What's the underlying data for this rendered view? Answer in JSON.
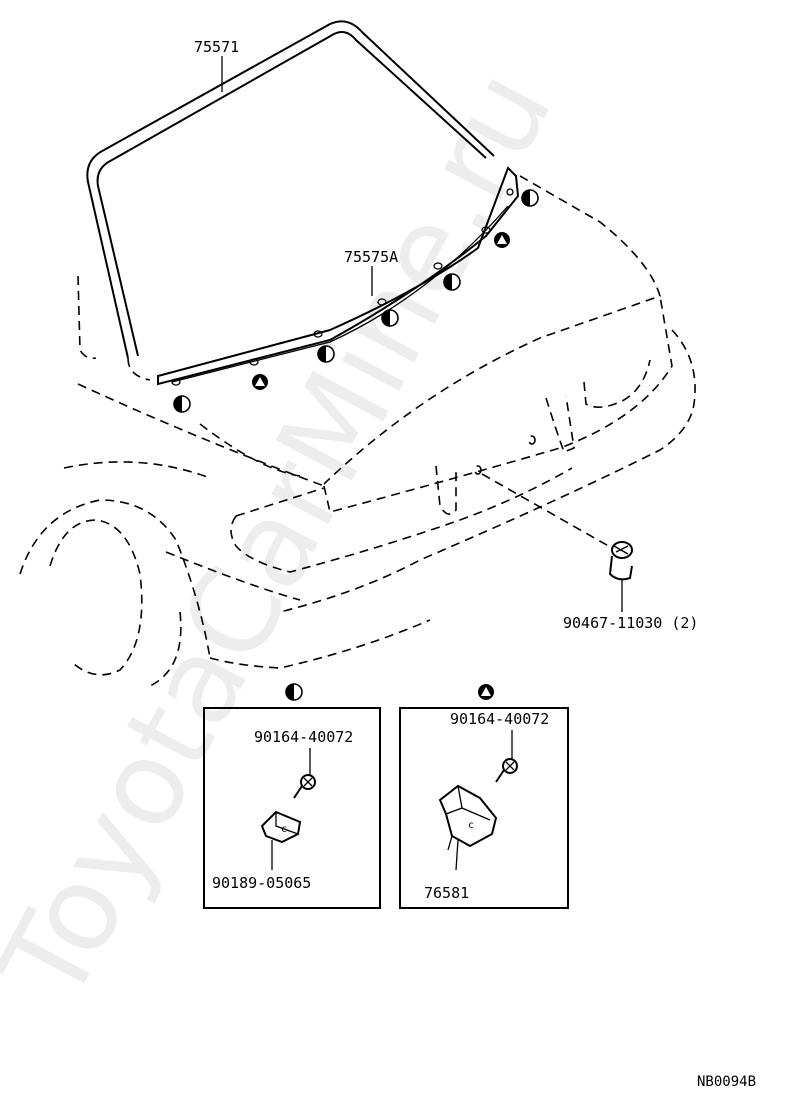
{
  "watermark": "ToyotaCarMine.ru",
  "diagram_code": "NB0094B",
  "legend": {
    "half_circle": "half-circle-symbol",
    "triangle": "triangle-symbol"
  },
  "parts": {
    "windshield_molding": "75571",
    "cowl_molding": "75575A",
    "clip_2pc": "90467-11030 (2)",
    "screw_a": "90164-40072",
    "clip_a": "90189-05065",
    "screw_b": "90164-40072",
    "retainer_b": "76581"
  }
}
